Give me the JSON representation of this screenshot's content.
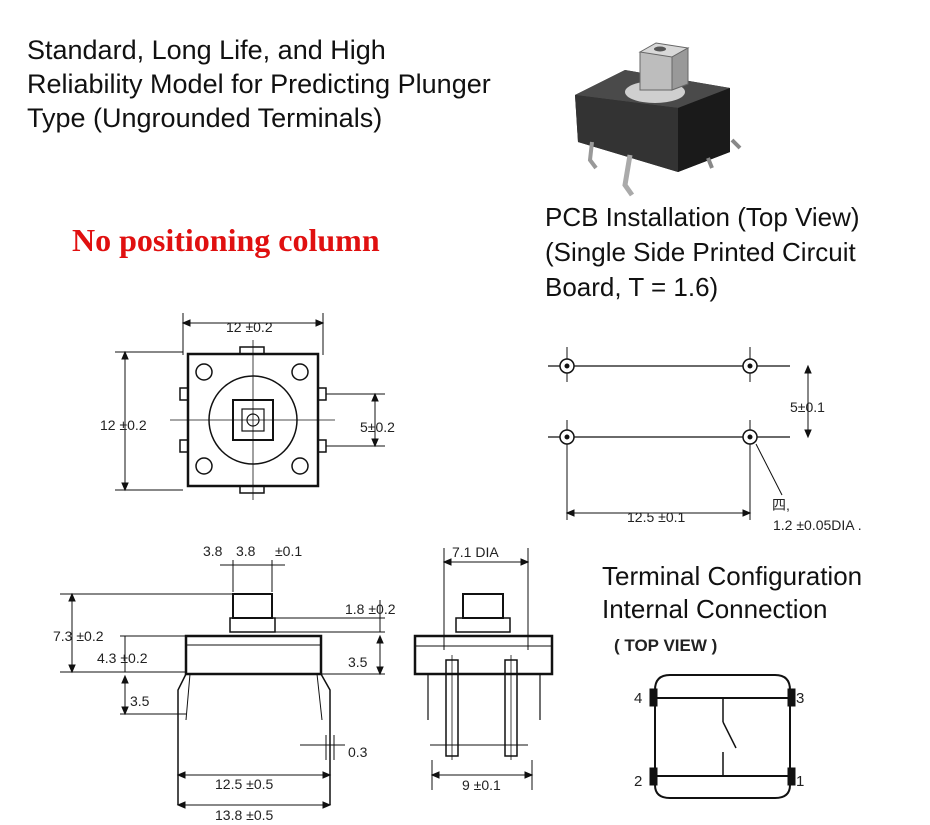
{
  "title": {
    "line1": "Standard, Long Life, and High",
    "line2": "Reliability Model for Predicting Plunger",
    "line3": "Type (Ungrounded Terminals)"
  },
  "notice": "No positioning column",
  "pcb": {
    "title_line1": "PCB Installation (Top View)",
    "title_line2": "(Single Side Printed Circuit",
    "title_line3": "Board, T = 1.6)",
    "dim_vertical": "5±0.1",
    "dim_horizontal": "12.5 ±0.1",
    "hole_note_1": "四,",
    "hole_note_2": "1.2 ±0.05DIA ."
  },
  "top_view": {
    "width": "12 ±0.2",
    "height": "12 ±0.2",
    "pitch": "5±0.2"
  },
  "side_view": {
    "d1": "3.8",
    "d2": "3.8",
    "d_tol": "±0.1",
    "plunger_h": "1.8 ±0.2",
    "total_h": "7.3 ±0.2",
    "body_h": "4.3 ±0.2",
    "base_h": "3.5",
    "pin_len": "3.5",
    "pin_w": "0.3",
    "span": "12.5 ±0.5",
    "overall": "13.8 ±0.5"
  },
  "front_view": {
    "dia": "7.1 DIA",
    "pin_spacing": "9 ±0.1"
  },
  "terminal": {
    "title_line1": "Terminal Configuration",
    "title_line2": "Internal Connection",
    "view_label": "( TOP VIEW )",
    "pin1": "1",
    "pin2": "2",
    "pin3": "3",
    "pin4": "4"
  }
}
